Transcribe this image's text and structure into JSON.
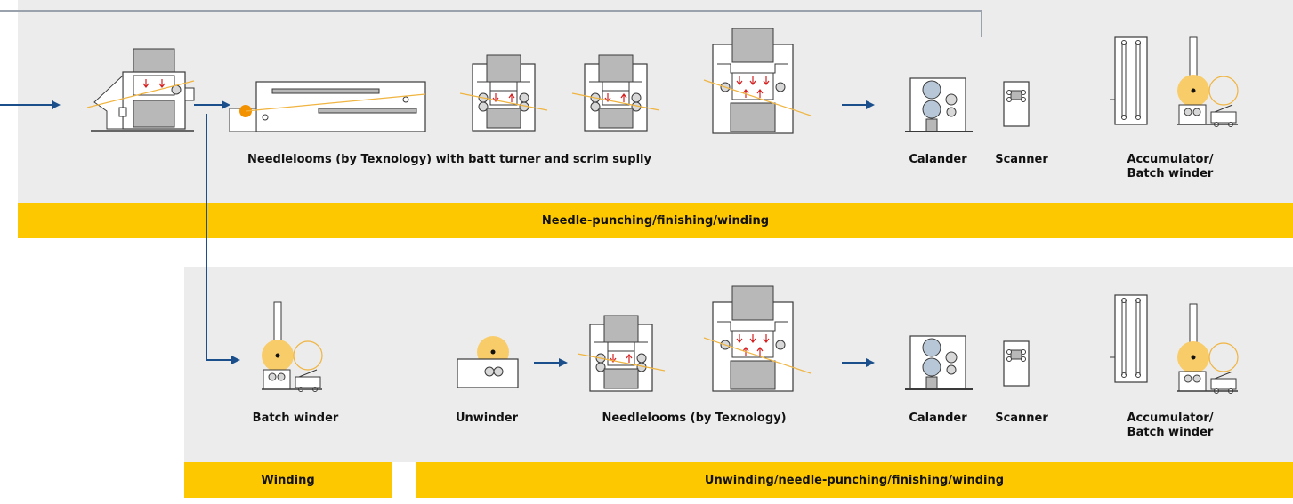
{
  "rows": {
    "top": {
      "labels": {
        "needlelooms": "Needlelooms (by Texnology) with batt turner and scrim suplly",
        "calander": "Calander",
        "scanner": "Scanner",
        "accumulator": "Accumulator/\nBatch winder"
      },
      "band": "Needle-punching/finishing/winding"
    },
    "bottom": {
      "labels": {
        "batch_winder": "Batch winder",
        "unwinder": "Unwinder",
        "needlelooms": "Needlelooms (by Texnology)",
        "calander": "Calander",
        "scanner": "Scanner",
        "accumulator": "Accumulator/\nBatch winder"
      },
      "band_winding": "Winding",
      "band_unwinding": "Unwinding/needle-punching/finishing/winding"
    }
  },
  "colors": {
    "panel": "#ececec",
    "band": "#fec800",
    "arrow": "#1a4f8c",
    "machine_fill": "#ffffff",
    "machine_stroke": "#3a3a3a",
    "machine_dark": "#b8b8b8",
    "roll": "#f9cc6a",
    "web": "#f0b440",
    "orange_dot": "#f39200",
    "needle_arrow": "#d42020"
  }
}
